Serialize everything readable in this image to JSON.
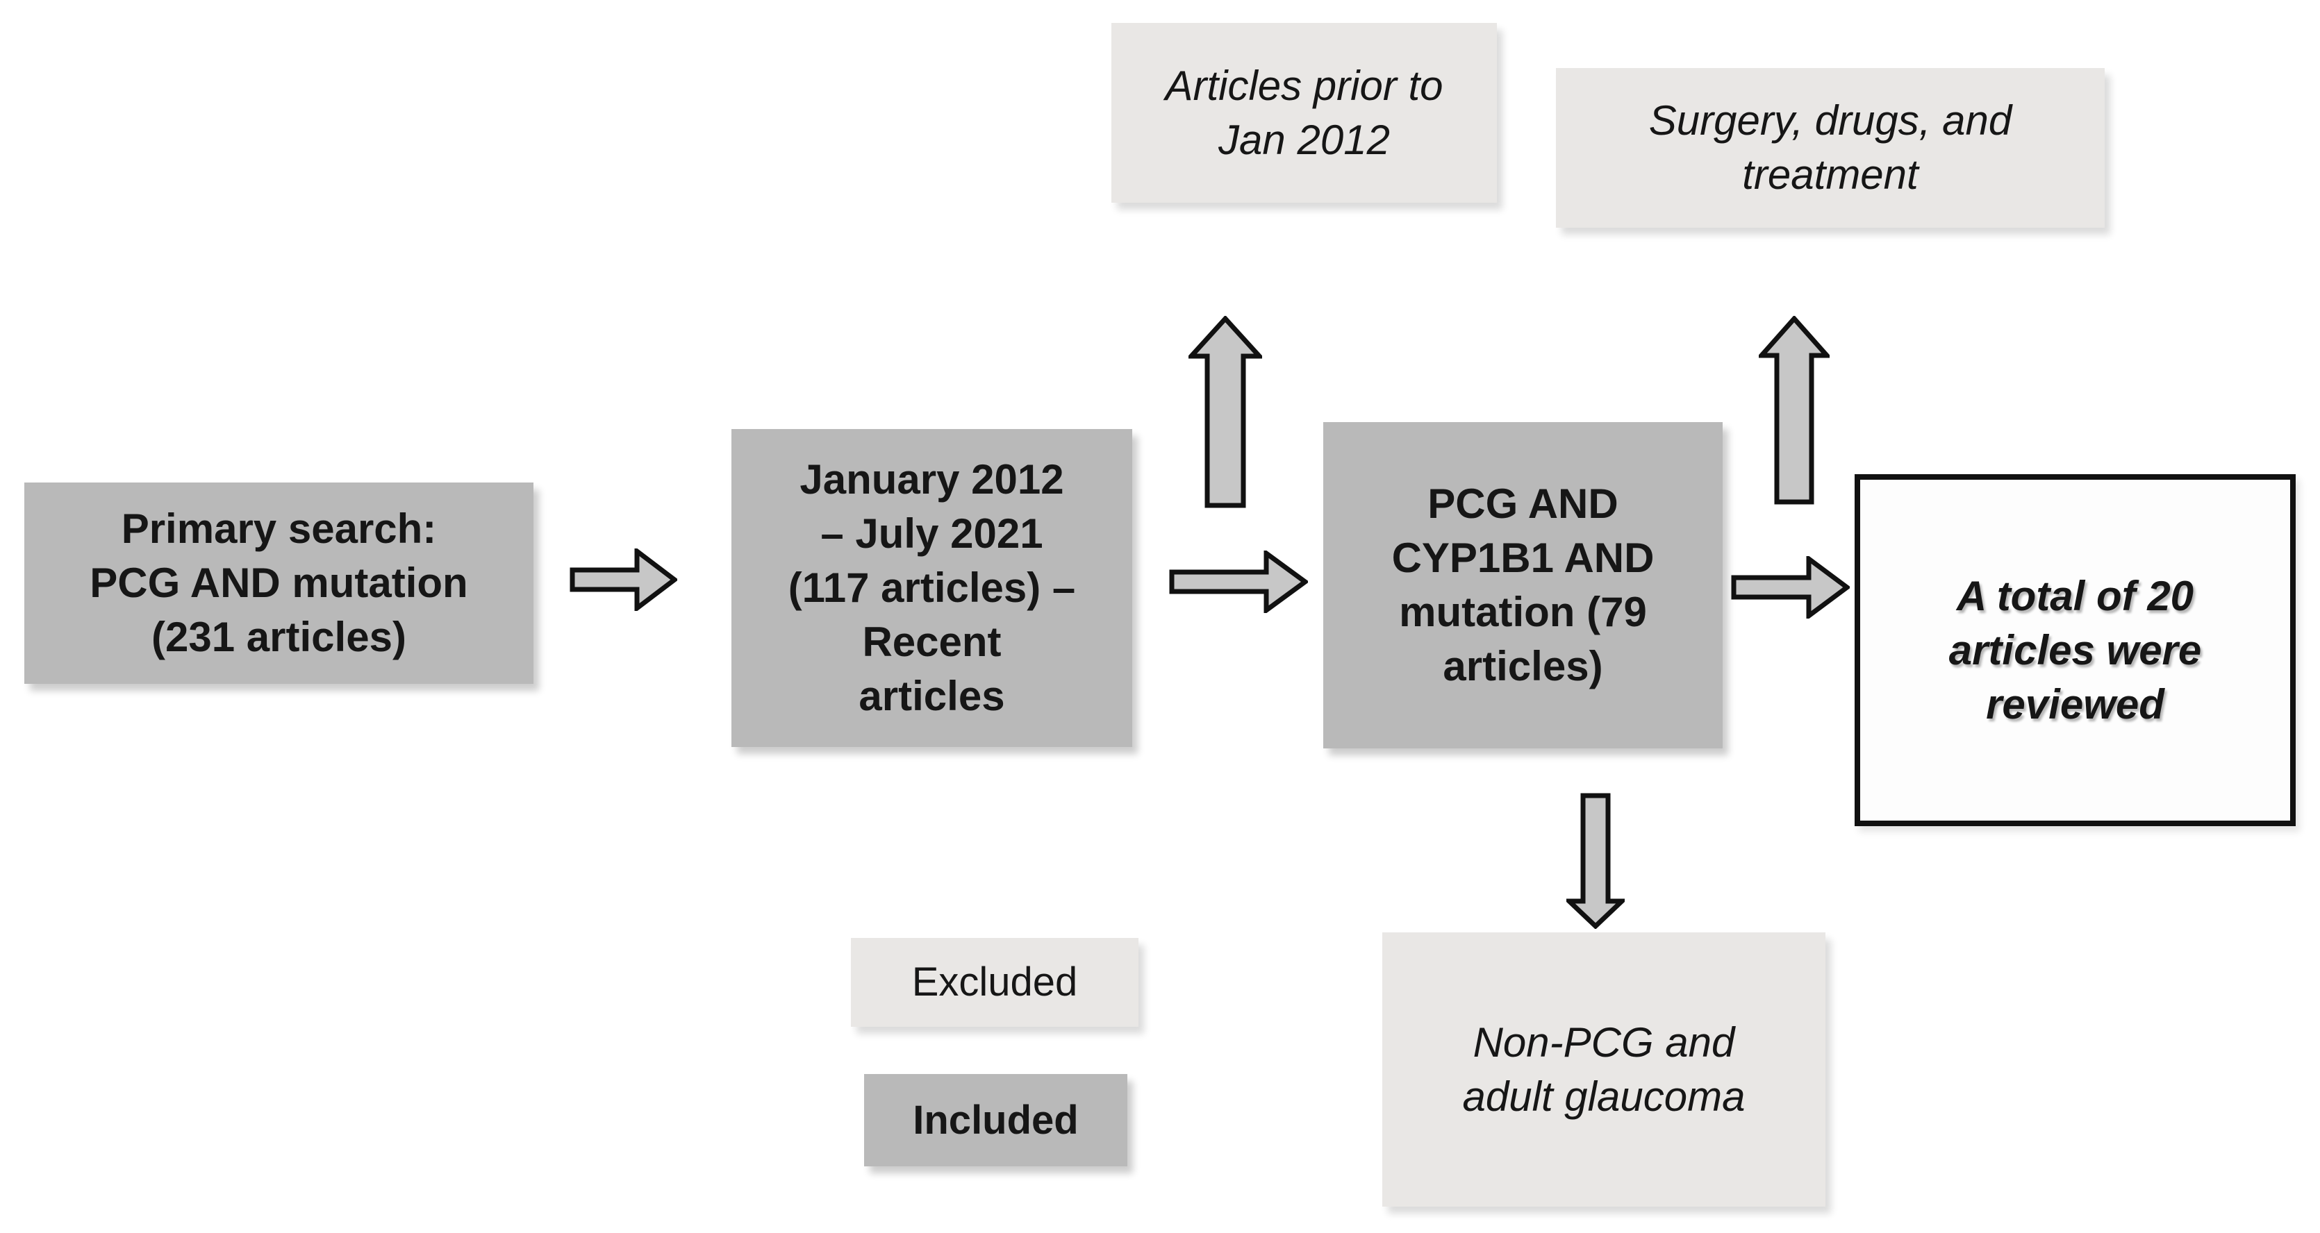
{
  "figure": {
    "type": "flow-diagram",
    "colors": {
      "included_fill": "#b9b9b9",
      "excluded_fill": "#e9e7e5",
      "result_fill": "#fdfdfd",
      "arrow_fill": "#c7c7c7",
      "outline": "#111111",
      "text": "#161616",
      "page_bg": "#ffffff"
    },
    "boxes": {
      "primary": {
        "lines": [
          "Primary search:",
          "PCG AND mutation",
          "(231 articles)"
        ],
        "type": "included"
      },
      "date_range": {
        "lines": [
          "January 2012",
          "– July 2021",
          "(117 articles) –",
          "Recent",
          "articles"
        ],
        "type": "included"
      },
      "cyp1b1": {
        "lines": [
          "PCG AND",
          "CYP1B1 AND",
          "mutation (79",
          "articles)"
        ],
        "type": "included"
      },
      "articles_prior": {
        "lines": [
          "Articles prior to",
          "Jan 2012"
        ],
        "type": "excluded"
      },
      "surgery": {
        "lines": [
          "Surgery, drugs, and",
          "treatment"
        ],
        "type": "excluded"
      },
      "non_pcg": {
        "lines": [
          "Non-PCG and",
          "adult glaucoma"
        ],
        "type": "excluded"
      },
      "reviewed": {
        "lines": [
          "A total of 20",
          "articles were",
          "reviewed"
        ],
        "type": "result"
      }
    },
    "legend": {
      "excluded_label": "Excluded",
      "included_label": "Included"
    },
    "arrows": [
      {
        "id": "arrow-search-to-range",
        "direction": "right"
      },
      {
        "id": "arrow-range-to-cyp1b1",
        "direction": "right"
      },
      {
        "id": "arrow-cyp1b1-to-reviewed",
        "direction": "right"
      },
      {
        "id": "arrow-up-articles-prior",
        "direction": "up"
      },
      {
        "id": "arrow-up-surgery",
        "direction": "up"
      },
      {
        "id": "arrow-down-non-pcg",
        "direction": "down"
      }
    ]
  }
}
